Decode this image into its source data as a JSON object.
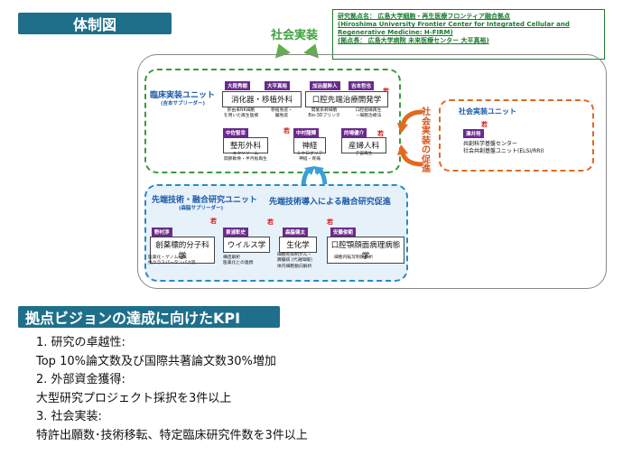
{
  "header_top": "体制図",
  "shakai_jisso_top": "社会実装",
  "info_box": {
    "line1": "研究拠点名： 広島大学細胞・再生医療フロンティア融合拠点",
    "line2": "(Hiroshima University Frontier Center for Integrated Cellular and",
    "line3": "Regenerative Medicine: H-FIRM)",
    "line4": "(拠点長： 広島大学病院 未来医療センター 大平真裕)"
  },
  "clinical_unit": {
    "title": "臨床実装ユニット",
    "sub": "(吉本サブリーダー)",
    "members": [
      {
        "name": "大段秀樹",
        "dept": "",
        "desc": ""
      },
      {
        "name": "大平真裕",
        "dept": "",
        "desc": ""
      },
      {
        "name": "加治屋幹人",
        "dept": "",
        "desc": ""
      },
      {
        "name": "吉本哲也",
        "dept": "",
        "desc": ""
      }
    ],
    "dept1": "消化器・移植外科",
    "dept2": "口腔先端治療開発学",
    "desc1": "肝由来NK細胞\nを用いた再生医療",
    "desc2": "移植免疫・\n臓免疫",
    "desc3": "間葉系幹細胞\nBio-3Dプリンタ",
    "desc4": "口腔組織再生\n・細胞治療法",
    "row2": [
      {
        "name": "中佐智幸",
        "dept": "整形外科",
        "desc": "エクソソーム\n関節軟骨・半月板再生"
      },
      {
        "name": "中村龍輝",
        "dept": "神経",
        "desc": "ミクログリア\n神経・疼痛"
      },
      {
        "name": "的場優介",
        "dept": "産婦人科",
        "desc": "子宮再生"
      }
    ]
  },
  "social_unit": {
    "title": "社会実装ユニット",
    "name": "澤井努",
    "line1": "共創科学基盤センター",
    "line2": "社会共創基盤ユニット(ELSI/RRI)",
    "vertical": "社会実装の促進"
  },
  "advanced_unit": {
    "title": "先端技術・融合研究ユニット",
    "sub": "(森脇サブリーダー)",
    "promo": "先端技術導入による融合研究促進",
    "members": [
      {
        "name": "野村渉",
        "dept": "創薬標的分子科学",
        "desc": "医薬化・ゲノム編集\n抗クラスパータンパク質"
      },
      {
        "name": "東浦彰史",
        "dept": "ウイルス学",
        "desc": "構造解析\n医薬化との連携"
      },
      {
        "name": "森脇健太",
        "dept": "生化学",
        "desc": "細胞死抑制がん・\n膵臓病 (代謝障礙)\n体内細胞動向解析"
      },
      {
        "name": "安藤俊範",
        "dept": "口腔顎顔面病理病態学",
        "desc": "細胞内転写制御解析"
      }
    ]
  },
  "waka": "若",
  "header_kpi": "拠点ビジョンの達成に向けたKPI",
  "kpi": [
    "1. 研究の卓越性:",
    "Top 10%論文数及び国際共著論文数30%増加",
    "2. 外部資金獲得:",
    "大型研究プロジェクト採択を3件以上",
    "3. 社会実装:",
    "特許出願数･技術移転、特定臨床研究件数を3件以上"
  ],
  "colors": {
    "title_bar": "#1f6f8b",
    "green": "#3a9a3a",
    "blue": "#2a8ac0",
    "orange": "#e06a20",
    "purple": "#6b2a8c",
    "red": "#d81b1b"
  }
}
